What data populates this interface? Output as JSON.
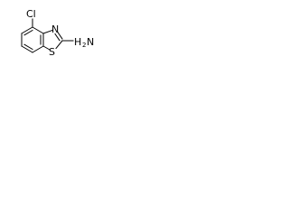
{
  "molecule": {
    "atoms": {
      "chlorine": "Cl",
      "sulfur": "S",
      "nitrogen_ring": "N",
      "amine_n": "N",
      "amine_h": "H",
      "amine_h_count": "2"
    }
  }
}
